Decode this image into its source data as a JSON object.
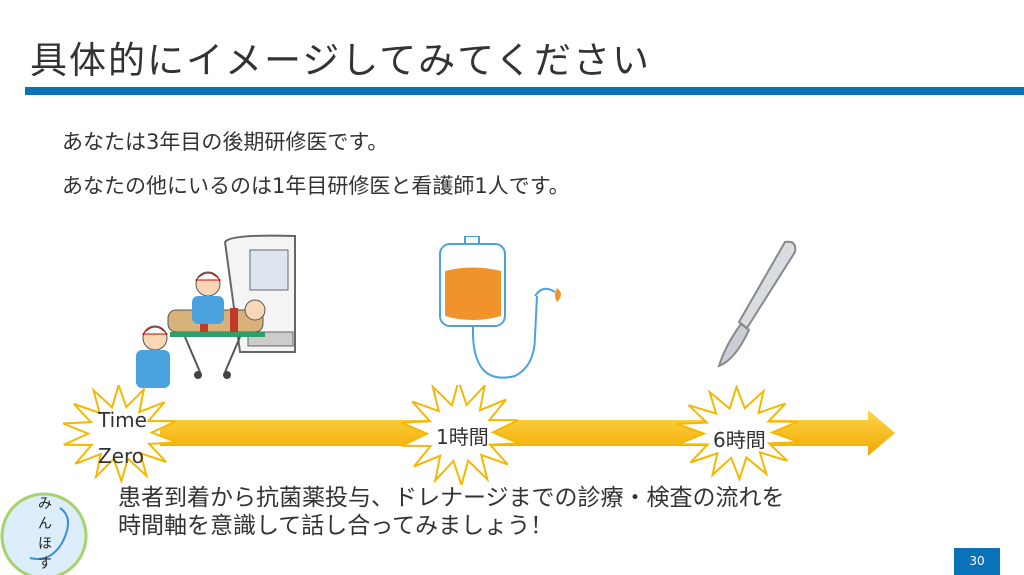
{
  "slide": {
    "title": "具体的にイメージしてみてください",
    "page_number": "30"
  },
  "intro": [
    "あなたは3年目の後期研修医です。",
    "あなたの他にいるのは1年目研修医と看護師1人です。"
  ],
  "timeline": {
    "points": [
      {
        "label_line1": "Time",
        "label_line2": "Zero"
      },
      {
        "label": "1時間"
      },
      {
        "label": "6時間"
      }
    ]
  },
  "illustrations": [
    "ambulance-stretcher",
    "iv-drip-bag",
    "scalpel"
  ],
  "bottom_text": [
    "患者到着から抗菌薬投与、ドレナージまでの診療・検査の流れを",
    "時間軸を意識して話し合ってみましょう！"
  ],
  "logo": {
    "text": "みんほす"
  },
  "colors": {
    "accent": "#0a72b8",
    "arrow": "#ffc000",
    "burst_outline": "#f5b800"
  }
}
